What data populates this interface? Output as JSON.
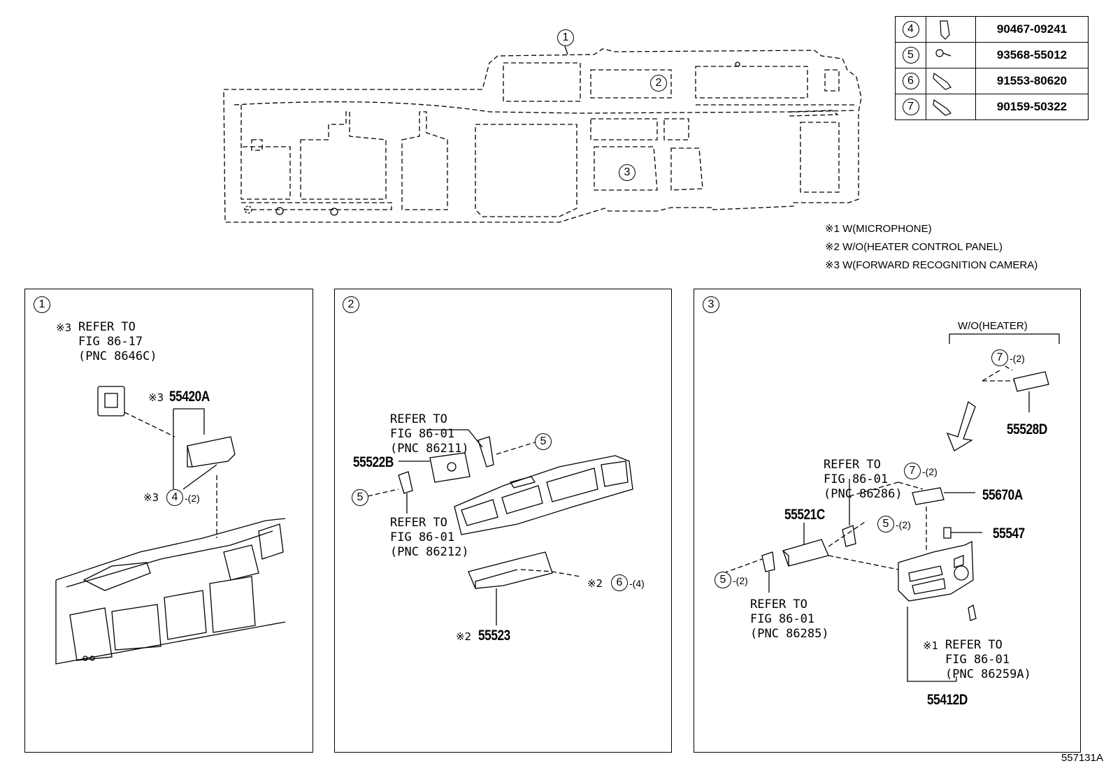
{
  "fastener_table": [
    {
      "ref": "4",
      "icon": "clip-icon",
      "part_no": "90467-09241"
    },
    {
      "ref": "5",
      "icon": "screw-icon",
      "part_no": "93568-55012"
    },
    {
      "ref": "6",
      "icon": "bolt-icon",
      "part_no": "91553-80620"
    },
    {
      "ref": "7",
      "icon": "bolt-icon",
      "part_no": "90159-50322"
    }
  ],
  "notes": [
    "※1 W(MICROPHONE)",
    "※2 W/O(HEATER CONTROL PANEL)",
    "※3 W(FORWARD RECOGNITION CAMERA)"
  ],
  "overview": {
    "callout_1": "1",
    "callout_2": "2",
    "callout_3": "3"
  },
  "panel1": {
    "number": "1",
    "refer_mark": "※3",
    "refer_text": "REFER TO\nFIG 86-17\n(PNC 8646C)",
    "part_mark": "※3",
    "part": "55420A",
    "clip_mark": "※3",
    "clip_ref": "4",
    "clip_qty": "-(2)"
  },
  "panel2": {
    "number": "2",
    "refer_top": "REFER TO\nFIG 86-01\n(PNC 86211)",
    "refer_bottom": "REFER TO\nFIG 86-01\n(PNC 86212)",
    "part_b": "55522B",
    "screw_ref_right": "5",
    "screw_ref_left": "5",
    "part_mark": "※2",
    "part": "55523",
    "bolt_mark": "※2",
    "bolt_ref": "6",
    "bolt_qty": "-(4)"
  },
  "panel3": {
    "number": "3",
    "heater_label": "W/O(HEATER)",
    "bolt_ref_top": "7",
    "bolt_qty_top": "-(2)",
    "part_528d": "55528D",
    "refer_top": "REFER TO\nFIG 86-01\n(PNC 86286)",
    "bolt_ref_mid": "7",
    "bolt_qty_mid": "-(2)",
    "part_670a": "55670A",
    "part_521c": "55521C",
    "screw_ref_mid": "5",
    "screw_qty_mid": "-(2)",
    "part_547": "55547",
    "screw_ref_left": "5",
    "screw_qty_left": "-(2)",
    "refer_bottom": "REFER TO\nFIG 86-01\n(PNC 86285)",
    "refer_right_mark": "※1",
    "refer_right": "REFER TO\nFIG 86-01\n(PNC 86259A)",
    "part_412d": "55412D"
  },
  "figure_id": "557131A"
}
